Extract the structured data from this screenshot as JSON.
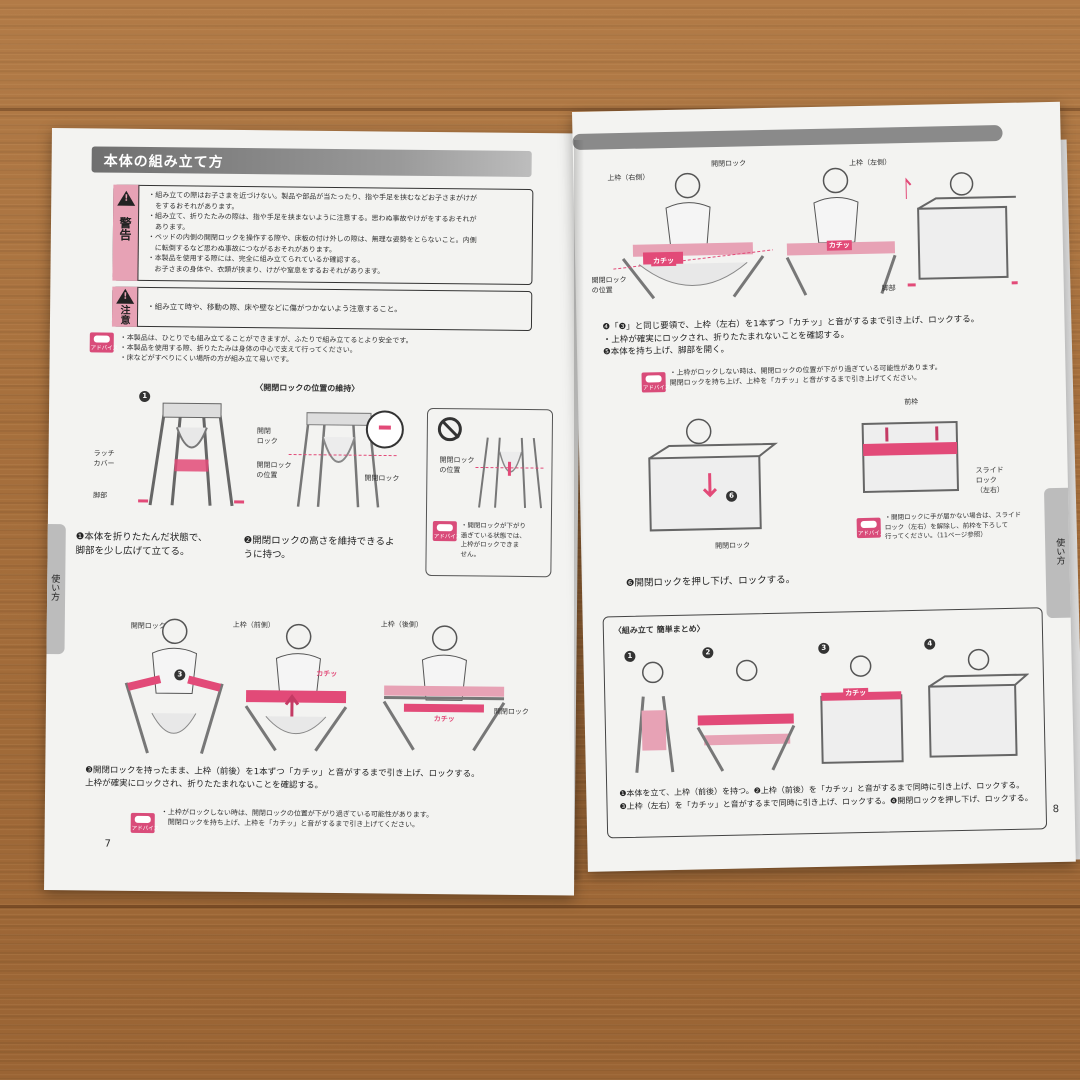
{
  "left_page": {
    "title": "本体の組み立て方",
    "warning": {
      "label": "警告",
      "lines": [
        "・組み立ての際はお子さまを近づけない。製品や部品が当たったり、指や手足を挟むなどお子さまがけが",
        "　をするおそれがあります。",
        "・組み立て、折りたたみの際は、指や手足を挟まないように注意する。思わぬ事故やけがをするおそれが",
        "　あります。",
        "・ベッドの内側の開閉ロックを操作する際や、床板の付け外しの際は、無理な姿勢をとらないこと。内側",
        "　に転倒するなど思わぬ事故につながるおそれがあります。",
        "・本製品を使用する際には、完全に組み立てられているか確認する。",
        "　お子さまの身体や、衣類が挟まり、けがや窒息をするおそれがあります。"
      ]
    },
    "caution": {
      "label": "注意",
      "text": "・組み立て時や、移動の際、床や壁などに傷がつかないよう注意すること。"
    },
    "advice_word": "アドバイス",
    "advice_1": [
      "・本製品は、ひとりでも組み立てることができますが、ふたりで組み立てるとより安全です。",
      "・本製品を使用する際、折りたたみは身体の中心で支えて行ってください。",
      "・床などがすべりにくい場所の方が組み立て易いです。"
    ],
    "lock_position_heading": "〈開閉ロックの位置の維持〉",
    "step1": {
      "num": "1",
      "labels": [
        "ラッチ",
        "カバー",
        "脚部"
      ],
      "caption": [
        "❶本体を折りたたんだ状態で、",
        "脚部を少し広げて立てる。"
      ]
    },
    "step2": {
      "num": "2",
      "labels": [
        "開閉",
        "ロック",
        "開閉ロック",
        "の位置",
        "開閉ロック"
      ],
      "caption": [
        "❷開閉ロックの高さを維持できるよ",
        "うに持つ。"
      ]
    },
    "prohibited_box": {
      "labels": [
        "開閉ロック",
        "の位置"
      ],
      "advice": [
        "・開閉ロックが下がり",
        "過ぎている状態では、",
        "上枠がロックできま",
        "せん。"
      ]
    },
    "step3_labels": {
      "lock": "開閉ロック",
      "front": "上枠（前側）",
      "back": "上枠（後側）",
      "kachi": "カチッ",
      "num": "3"
    },
    "step3_caption": [
      "❸開閉ロックを持ったまま、上枠（前後）を1本ずつ「カチッ」と音がするまで引き上げ、ロックする。",
      "上枠が確実にロックされ、折りたたまれないことを確認する。"
    ],
    "advice_2": [
      "・上枠がロックしない時は、開閉ロックの位置が下がり過ぎている可能性があります。",
      "　開閉ロックを持ち上げ、上枠を「カチッ」と音がするまで引き上げてください。"
    ],
    "side_tab": "使い方",
    "page_number": "7"
  },
  "right_page": {
    "top_labels": {
      "left": "上枠（右側）",
      "lock": "開閉ロック",
      "right": "上枠（左側）",
      "kachi": "カチッ",
      "lock_pos": [
        "開閉ロック",
        "の位置"
      ],
      "legs": "脚部"
    },
    "step4_caption": [
      "❹「❸」と同じ要領で、上枠（左右）を1本ずつ「カチッ」と音がするまで引き上げ、ロックする。",
      "・上枠が確実にロックされ、折りたたまれないことを確認する。",
      "❺本体を持ち上げ、脚部を開く。"
    ],
    "advice_3": [
      "・上枠がロックしない時は、開閉ロックの位置が下がり過ぎている可能性があります。",
      "開閉ロックを持ち上げ、上枠を「カチッ」と音がするまで引き上げてください。"
    ],
    "step6_labels": {
      "lock": "開閉ロック",
      "num": "6",
      "front_frame": "前枠",
      "slide_lock": [
        "スライド",
        "ロック",
        "（左右）"
      ]
    },
    "advice_4": [
      "・開閉ロックに手が届かない場合は、スライド",
      "ロック（左右）を解除し、前枠を下ろして",
      "行ってください。（11ページ参照）"
    ],
    "step6_caption": "❻開閉ロックを押し下げ、ロックする。",
    "summary": {
      "heading": "〈組み立て  簡単まとめ〉",
      "nums": [
        "1",
        "2",
        "3",
        "4"
      ],
      "kachi": "カチッ",
      "lines": [
        "❶本体を立て、上枠（前後）を持つ。❷上枠（前後）を「カチッ」と音がするまで同時に引き上げ、ロックする。",
        "❸上枠（左右）を「カチッ」と音がするまで同時に引き上げ、ロックする。❹開閉ロックを押し下げ、ロックする。"
      ]
    },
    "side_tab": "使い方",
    "page_number": "8"
  },
  "colors": {
    "accent_pink": "#e24a78",
    "tag_pink": "#e7a2b5",
    "gray_bar": "#8a8a8a",
    "wood": "#a66f3c"
  }
}
